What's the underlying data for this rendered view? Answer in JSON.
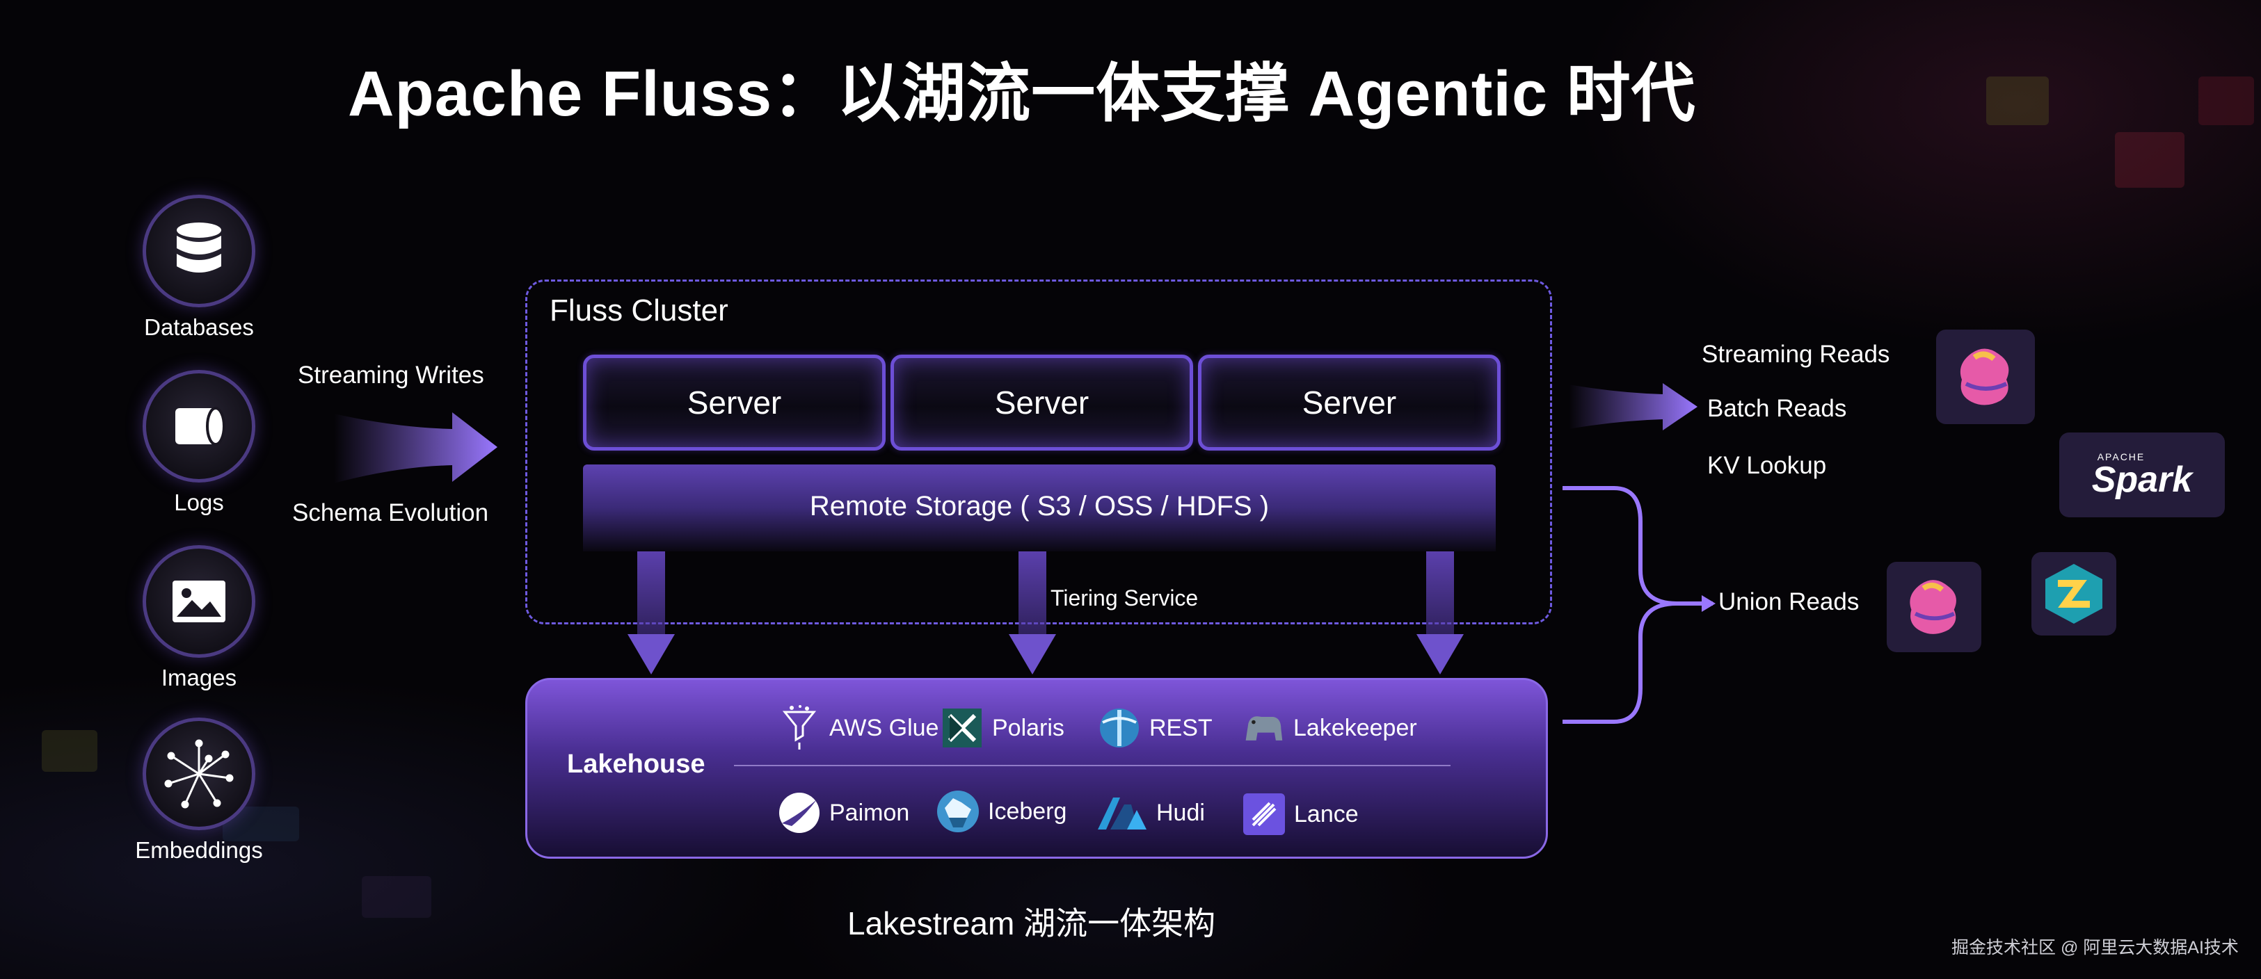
{
  "title": "Apache Fluss：以湖流一体支撑 Agentic 时代",
  "sources": [
    {
      "label": "Databases",
      "icon": "database-icon"
    },
    {
      "label": "Logs",
      "icon": "log-cylinder-icon"
    },
    {
      "label": "Images",
      "icon": "image-icon"
    },
    {
      "label": "Embeddings",
      "icon": "embeddings-icon"
    }
  ],
  "writes": {
    "top_label": "Streaming Writes",
    "bottom_label": "Schema Evolution"
  },
  "cluster": {
    "title": "Fluss Cluster",
    "servers": [
      "Server",
      "Server",
      "Server"
    ],
    "remote_storage": "Remote Storage ( S3 / OSS / HDFS )",
    "tiering_label": "Tiering Service"
  },
  "lakehouse": {
    "title": "Lakehouse",
    "catalogs": [
      {
        "label": "AWS Glue",
        "icon": "aws-glue-icon"
      },
      {
        "label": "Polaris",
        "icon": "polaris-icon"
      },
      {
        "label": "REST",
        "icon": "rest-icon"
      },
      {
        "label": "Lakekeeper",
        "icon": "lakekeeper-icon"
      }
    ],
    "formats": [
      {
        "label": "Paimon",
        "icon": "paimon-icon"
      },
      {
        "label": "Iceberg",
        "icon": "iceberg-icon"
      },
      {
        "label": "Hudi",
        "icon": "hudi-icon"
      },
      {
        "label": "Lance",
        "icon": "lance-icon"
      }
    ]
  },
  "reads": {
    "items": [
      "Streaming Reads",
      "Batch Reads",
      "KV Lookup"
    ],
    "union": "Union Reads",
    "spark_small": "APACHE",
    "spark_big": "Spark"
  },
  "caption": "Lakestream 湖流一体架构",
  "watermark": "掘金技术社区 @ 阿里云大数据AI技术",
  "colors": {
    "accent": "#7b5cf0",
    "arrow": "#8f6cf5",
    "background": "#050407"
  }
}
